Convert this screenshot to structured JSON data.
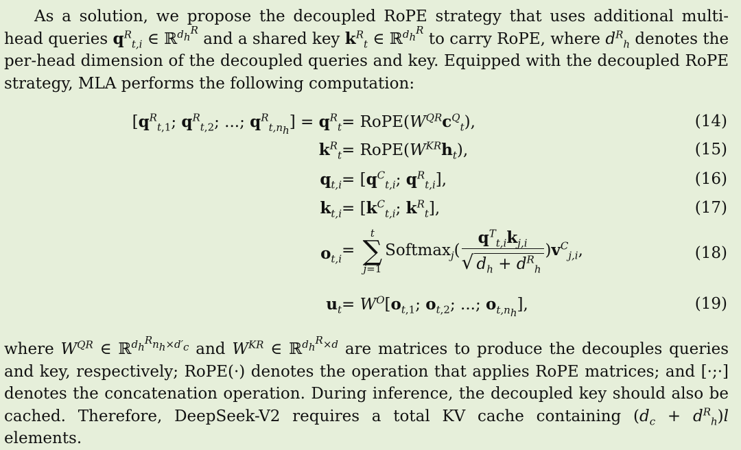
{
  "intro": {
    "s1": "As a solution, we propose the decoupled RoPE strategy that uses additional multi-head queries",
    "s2": "and a shared key",
    "s3": "to carry RoPE, where",
    "s4": "denotes the per-head dimension of the decoupled queries and key. Equipped with the decoupled RoPE strategy, MLA performs the following computation:"
  },
  "equations": [
    {
      "number": "(14)"
    },
    {
      "number": "(15)"
    },
    {
      "number": "(16)"
    },
    {
      "number": "(17)"
    },
    {
      "number": "(18)"
    },
    {
      "number": "(19)"
    }
  ],
  "outro": {
    "t1": "where",
    "t2": "and",
    "t3": "are matrices to produce the decouples queries and key, respectively; RoPE(·) denotes the operation that applies RoPE matrices; and [·;·] denotes the concatenation operation. During inference, the decoupled key should also be cached. Therefore, DeepSeek-V2 requires a total KV cache containing",
    "t4": "elements."
  }
}
